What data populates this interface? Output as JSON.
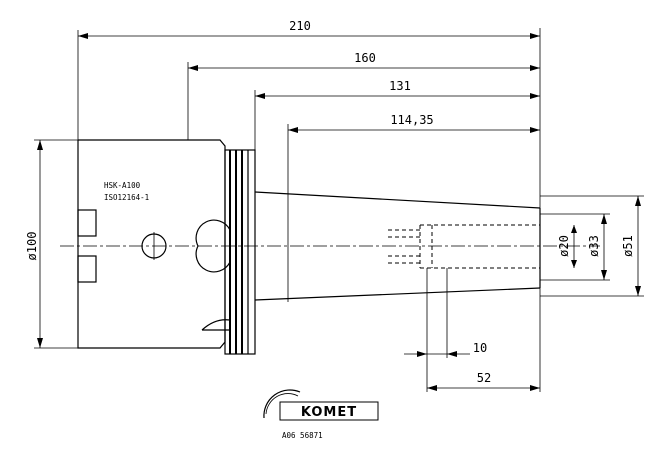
{
  "dimensions": {
    "overall_length": "210",
    "length_160": "160",
    "length_131": "131",
    "length_114": "114,35",
    "diameter_100": "ø100",
    "diameter_51": "ø51",
    "diameter_33": "ø33",
    "diameter_20": "ø20",
    "bore_depth_10": "10",
    "bore_length_52": "52"
  },
  "shank_labels": {
    "line1": "HSK-A100",
    "line2": "ISO12164-1"
  },
  "logo": {
    "brand": "KOMET",
    "part_number": "A06 56871"
  }
}
